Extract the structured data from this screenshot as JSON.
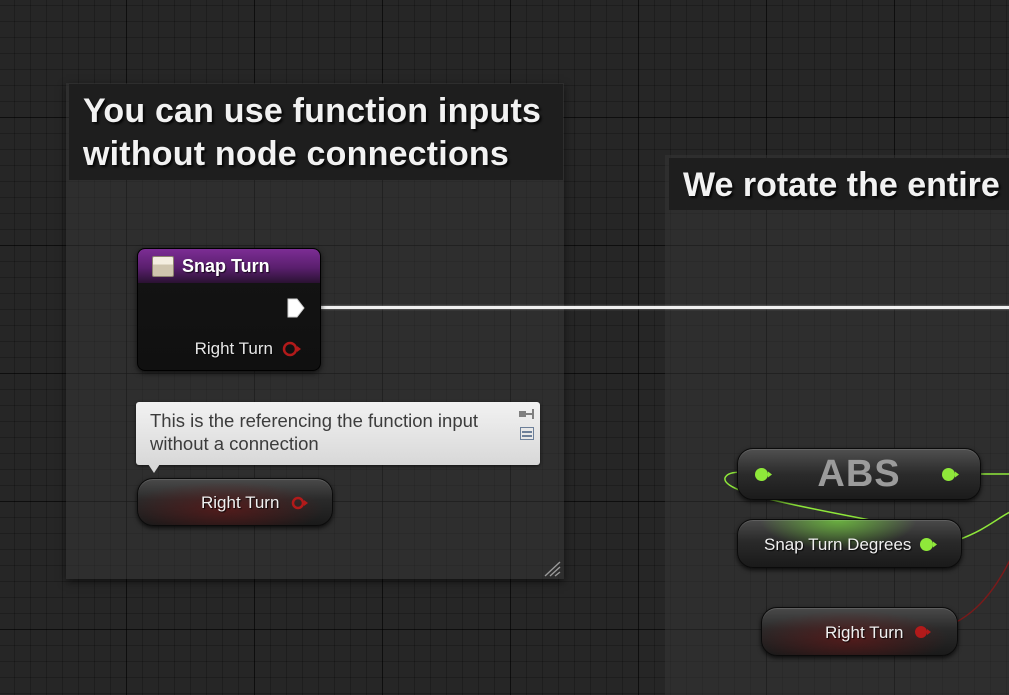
{
  "comments": {
    "left_title_line1": "You can use function inputs",
    "left_title_line2": "without node connections",
    "right_title": "We rotate the entire"
  },
  "function_entry": {
    "title": "Snap Turn",
    "pin_label": "Right Turn",
    "icon": "function-entry-icon"
  },
  "note": {
    "text_line1": "This is the referencing the function input",
    "text_line2": "without a connection"
  },
  "nodes": {
    "right_turn_left": "Right Turn",
    "abs_label": "ABS",
    "snap_turn_degrees": "Snap Turn Degrees",
    "right_turn_right": "Right Turn"
  },
  "colors": {
    "exec_wire": "#f0f0f0",
    "bool_pin": "#b21a1a",
    "float_pin": "#8fe83a",
    "function_header": "#7c2d94"
  }
}
